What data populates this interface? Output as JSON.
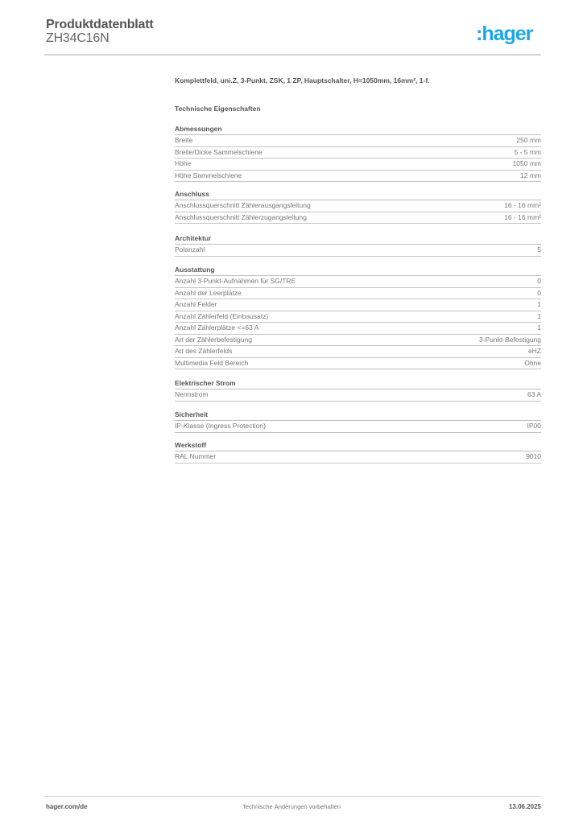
{
  "header": {
    "title": "Produktdatenblatt",
    "product_code": "ZH34C16N",
    "logo_text": ":hager",
    "logo_color": "#1aa7e5"
  },
  "description": "Komplettfeld, uni.Z, 3-Punkt, ZSK, 1 ZP, Hauptschalter, H=1050mm, 16mm², 1-f.",
  "tech_heading": "Technische Eigenschaften",
  "sections": [
    {
      "heading": "Abmessungen",
      "rows": [
        {
          "label": "Breite",
          "value": "250 mm"
        },
        {
          "label": "Breite/Dicke Sammelschiene",
          "value": "5 - 5 mm"
        },
        {
          "label": "Höhe",
          "value": "1050 mm"
        },
        {
          "label": "Höhe Sammelschiene",
          "value": "12 mm"
        }
      ]
    },
    {
      "heading": "Anschluss",
      "rows": [
        {
          "label": "Anschlussquerschnitt Zählerausgangsleitung",
          "value": "16 - 16 mm²"
        },
        {
          "label": "Anschlussquerschnitt Zählerzugangsleitung",
          "value": "16 - 16 mm²"
        }
      ]
    },
    {
      "heading": "Architektur",
      "rows": [
        {
          "label": "Polanzahl",
          "value": "5"
        }
      ]
    },
    {
      "heading": "Ausstattung",
      "rows": [
        {
          "label": "Anzahl 3-Punkt-Aufnahmen für SG/TRE",
          "value": "0"
        },
        {
          "label": "Anzahl der Leerplätze",
          "value": "0"
        },
        {
          "label": "Anzahl Felder",
          "value": "1"
        },
        {
          "label": "Anzahl Zählerfeld (Einbausatz)",
          "value": "1"
        },
        {
          "label": "Anzahl Zählerplätze <=63 A",
          "value": "1"
        },
        {
          "label": "Art der Zählerbefestigung",
          "value": "3-Punkt-Befestigung"
        },
        {
          "label": "Art des Zählerfelds",
          "value": "eHZ"
        },
        {
          "label": "Multimedia Feld Bereich",
          "value": "Ohne"
        }
      ]
    },
    {
      "heading": "Elektrischer Strom",
      "rows": [
        {
          "label": "Nennstrom",
          "value": "63 A"
        }
      ]
    },
    {
      "heading": "Sicherheit",
      "rows": [
        {
          "label": "IP-Klasse (Ingress Protection)",
          "value": "IP00"
        }
      ]
    },
    {
      "heading": "Werkstoff",
      "rows": [
        {
          "label": "RAL Nummer",
          "value": "9010"
        }
      ]
    }
  ],
  "footer": {
    "website": "hager.com/de",
    "notice": "Technische Änderungen vorbehalten",
    "date": "13.06.2025"
  }
}
